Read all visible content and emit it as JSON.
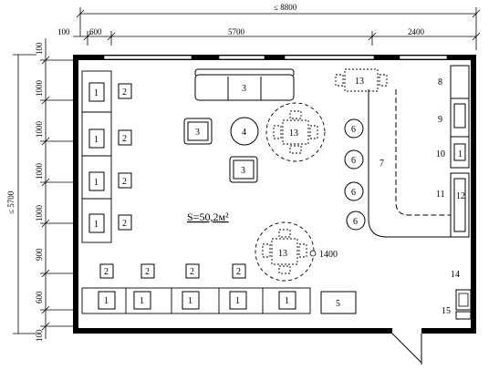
{
  "dimensions": {
    "overall_width": "≤ 8800",
    "left_offset": "100",
    "segment_a": "600",
    "segment_b": "5700",
    "segment_c": "2400",
    "overall_height": "≤ 5700",
    "left_top": "100",
    "left_rows": [
      "1000",
      "1000",
      "1000",
      "1000",
      "900",
      "600"
    ],
    "left_bottom": "100"
  },
  "area_label": "S=50,2м²",
  "circle_dimension": "1400",
  "furniture_numbers": {
    "table": "1",
    "chair": "2",
    "sofa": "3",
    "round_table": "4",
    "cabinet": "5",
    "stool": "6",
    "bar_counter": "7",
    "fridge": "8",
    "sink": "9",
    "stove": "10",
    "shelf_11": "11",
    "shelf_12": "12",
    "dining_group": "13",
    "washbasin_14": "14",
    "item_15": "15"
  }
}
